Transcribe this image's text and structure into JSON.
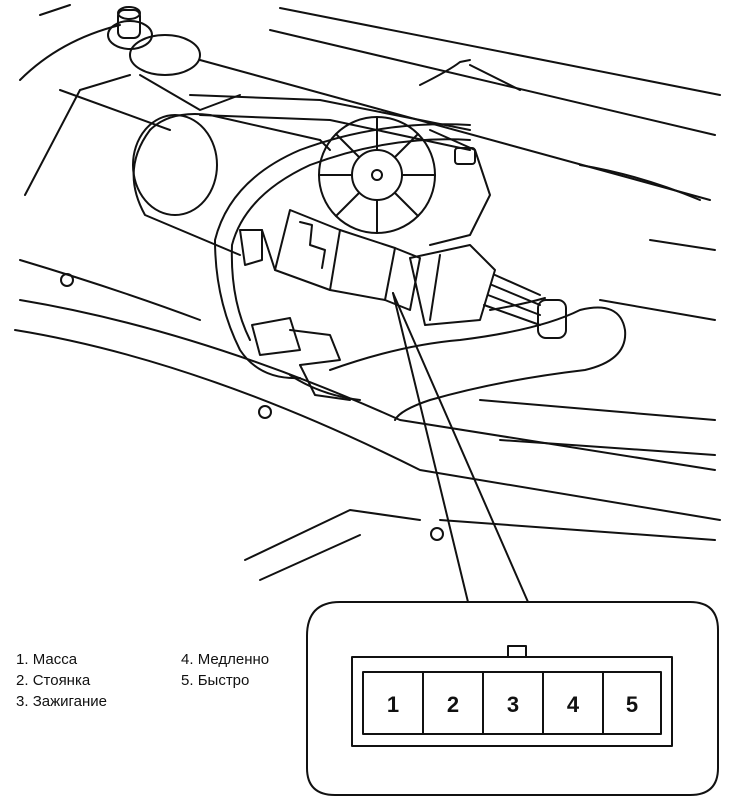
{
  "legend": {
    "items": [
      {
        "number": "1.",
        "label": "Масса"
      },
      {
        "number": "2.",
        "label": "Стоянка"
      },
      {
        "number": "3.",
        "label": "Зажигание"
      },
      {
        "number": "4.",
        "label": "Медленно"
      },
      {
        "number": "5.",
        "label": "Быстро"
      }
    ]
  },
  "connector": {
    "pins": [
      "1",
      "2",
      "3",
      "4",
      "5"
    ]
  }
}
